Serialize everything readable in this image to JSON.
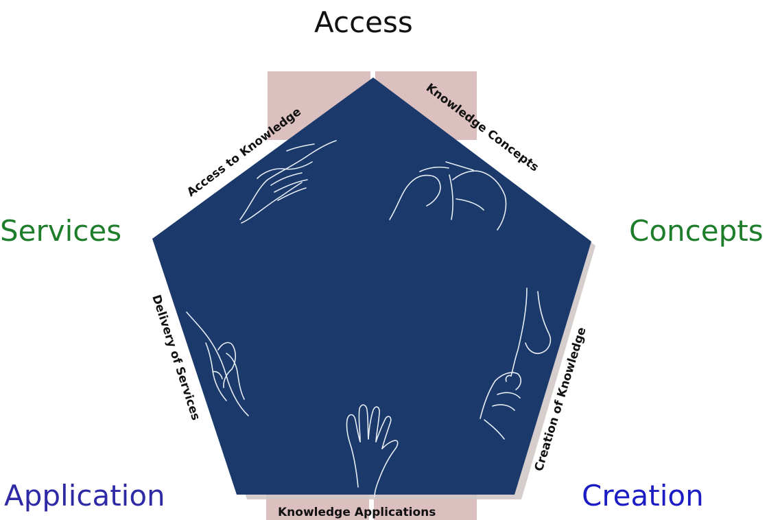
{
  "vertices": {
    "top": "Access",
    "right": "Concepts",
    "bottom_right": "Creation",
    "bottom_left": "Application",
    "left": "Services"
  },
  "edges": {
    "top_left": "Access to Knowledge",
    "top_right": "Knowledge Concepts",
    "right": "Creation of Knowledge",
    "bottom": "Knowledge Applications",
    "left": "Delivery of Services"
  },
  "colors": {
    "pentagon_fill": "#1b3a6b",
    "tab_fill": "#dcbfbf",
    "shadow": "#cfc4c4",
    "access_text": "#111111",
    "services_text": "#1e7d2b",
    "concepts_text": "#1e7d2b",
    "application_text": "#2e2aa6",
    "creation_text": "#1c1cc4",
    "edge_text": "#111111",
    "hand_stroke": "#e8eef6"
  },
  "icons": [
    "handshake-icon",
    "pinch-hands-icon",
    "creation-hands-icon",
    "open-hand-icon",
    "reaching-hands-icon"
  ]
}
